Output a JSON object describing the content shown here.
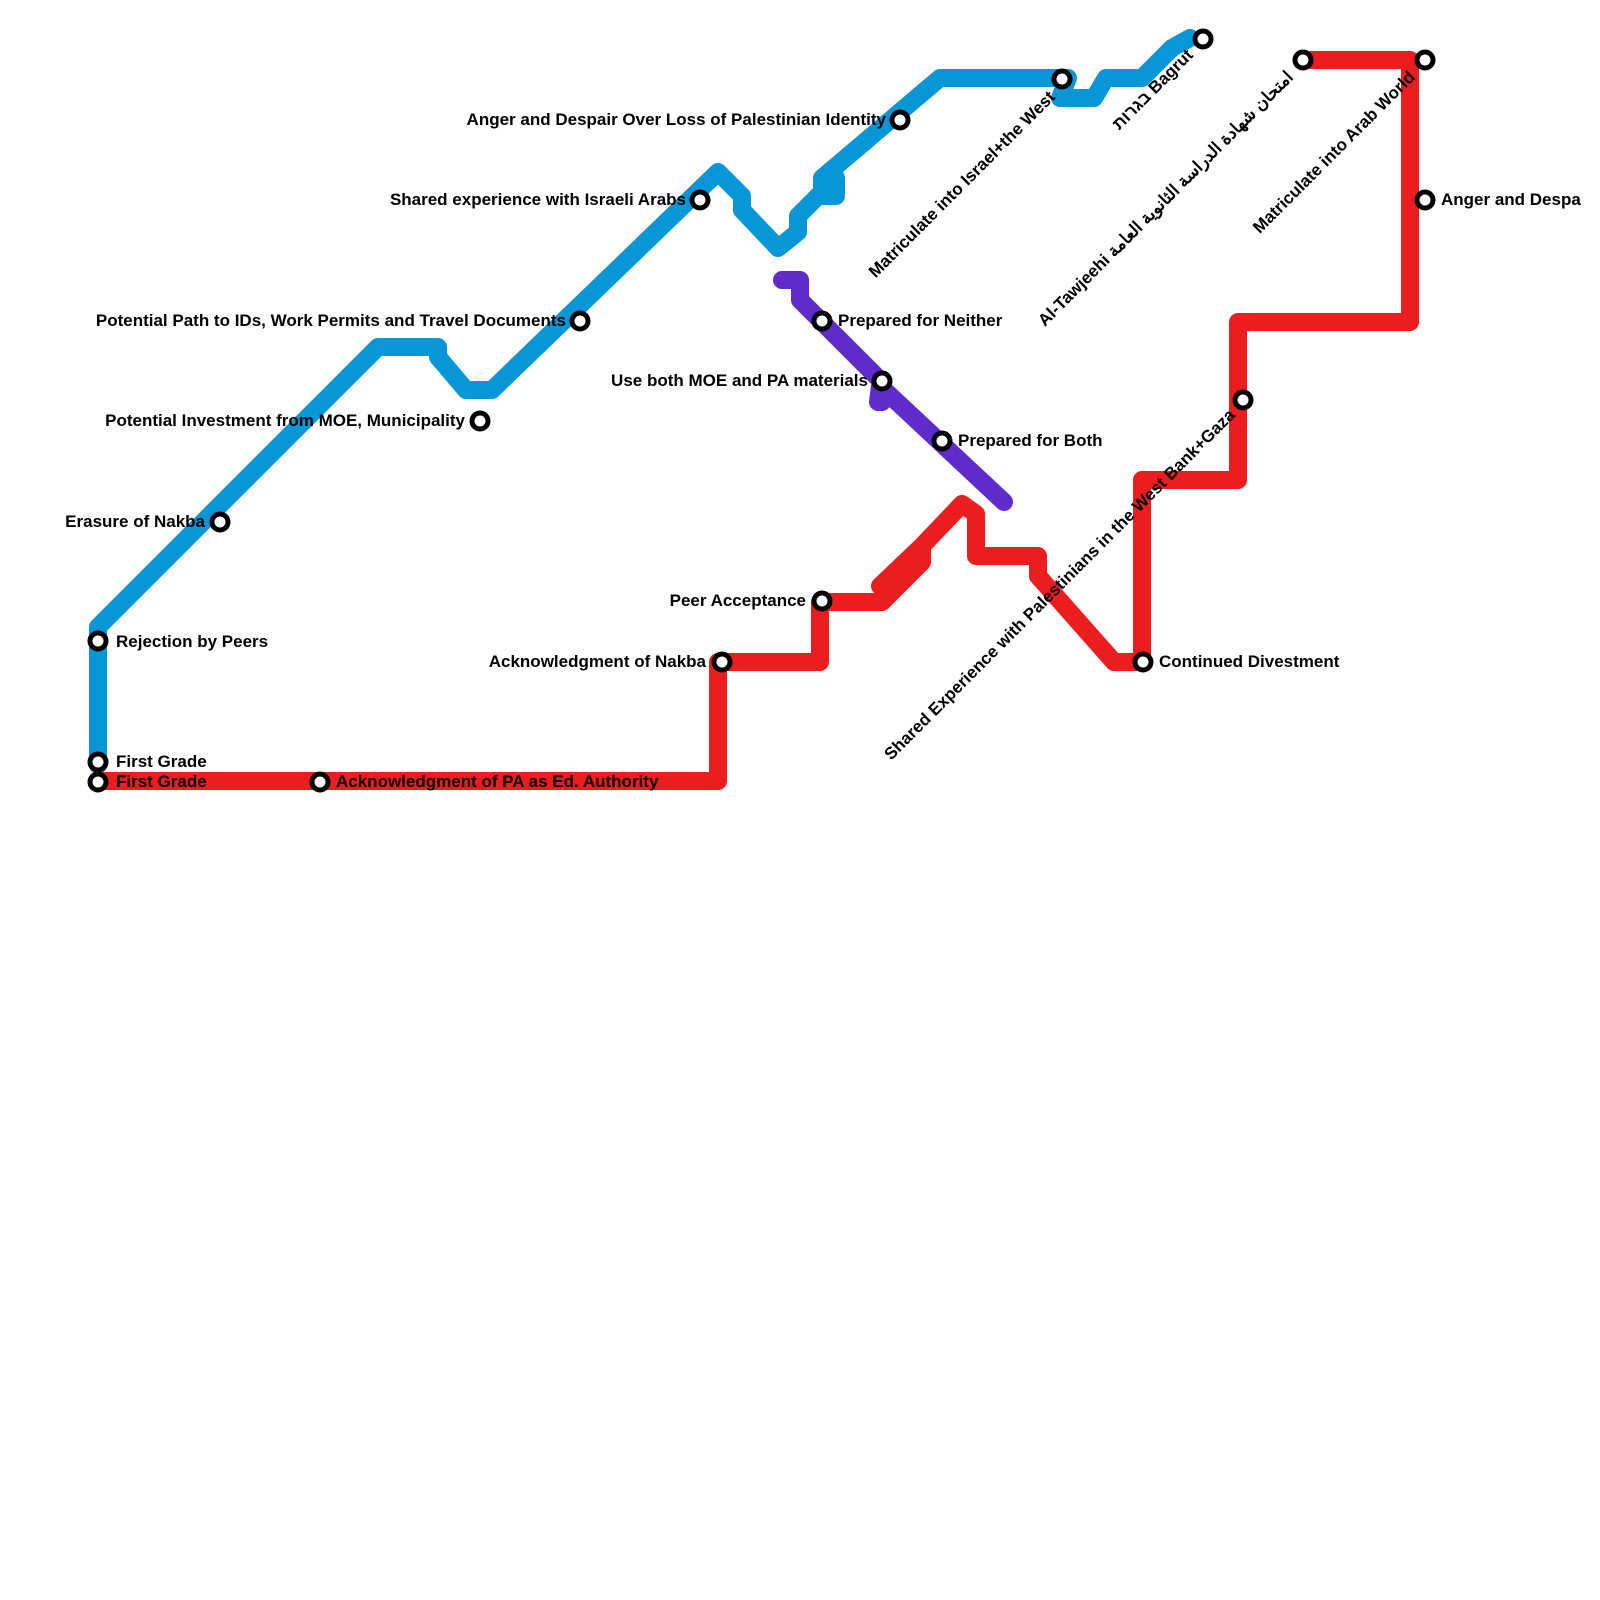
{
  "lines": [
    {
      "name": "",
      "color": "#0896d7"
    },
    {
      "name": "",
      "color": "#ec1d1f"
    },
    {
      "name": "",
      "color": "#5f2ccb"
    }
  ],
  "stations": {
    "rejection_by_peers": "Rejection by Peers",
    "first_grade_blue": "First Grade",
    "first_grade_red": "First Grade",
    "erasure_of_nakba": "Erasure of Nakba",
    "potential_investment": "Potential Investment from MOE, Municipality",
    "potential_path": "Potential Path to IDs, Work Permits and Travel Documents",
    "shared_experience_israeli_arabs": "Shared experience with Israeli Arabs",
    "anger_despair_identity": "Anger and Despair Over Loss of Palestinian Identity",
    "matriculate_israel_west": "Matriculate into Israel+the West",
    "bagrut": "בגרות Bagrut",
    "prepared_for_neither": "Prepared for Neither",
    "use_both_materials": "Use both MOE and PA materials",
    "prepared_for_both": "Prepared for Both",
    "acknowledgment_pa": "Acknowledgment of PA as Ed. Authority",
    "acknowledgment_nakba": "Acknowledgment of Nakba",
    "peer_acceptance": "Peer Acceptance",
    "shared_experience_palestinians": "Shared Experience with Palestinians in the West Bank+Gaza",
    "continued_divestment": "Continued Divestment",
    "al_tawjeehi": "Al-Tawjeehi امتحان شهادة الدراسة الثانوية العامة",
    "matriculate_arab_world": "Matriculate into Arab World",
    "anger_and_despair": "Anger and Despa"
  }
}
